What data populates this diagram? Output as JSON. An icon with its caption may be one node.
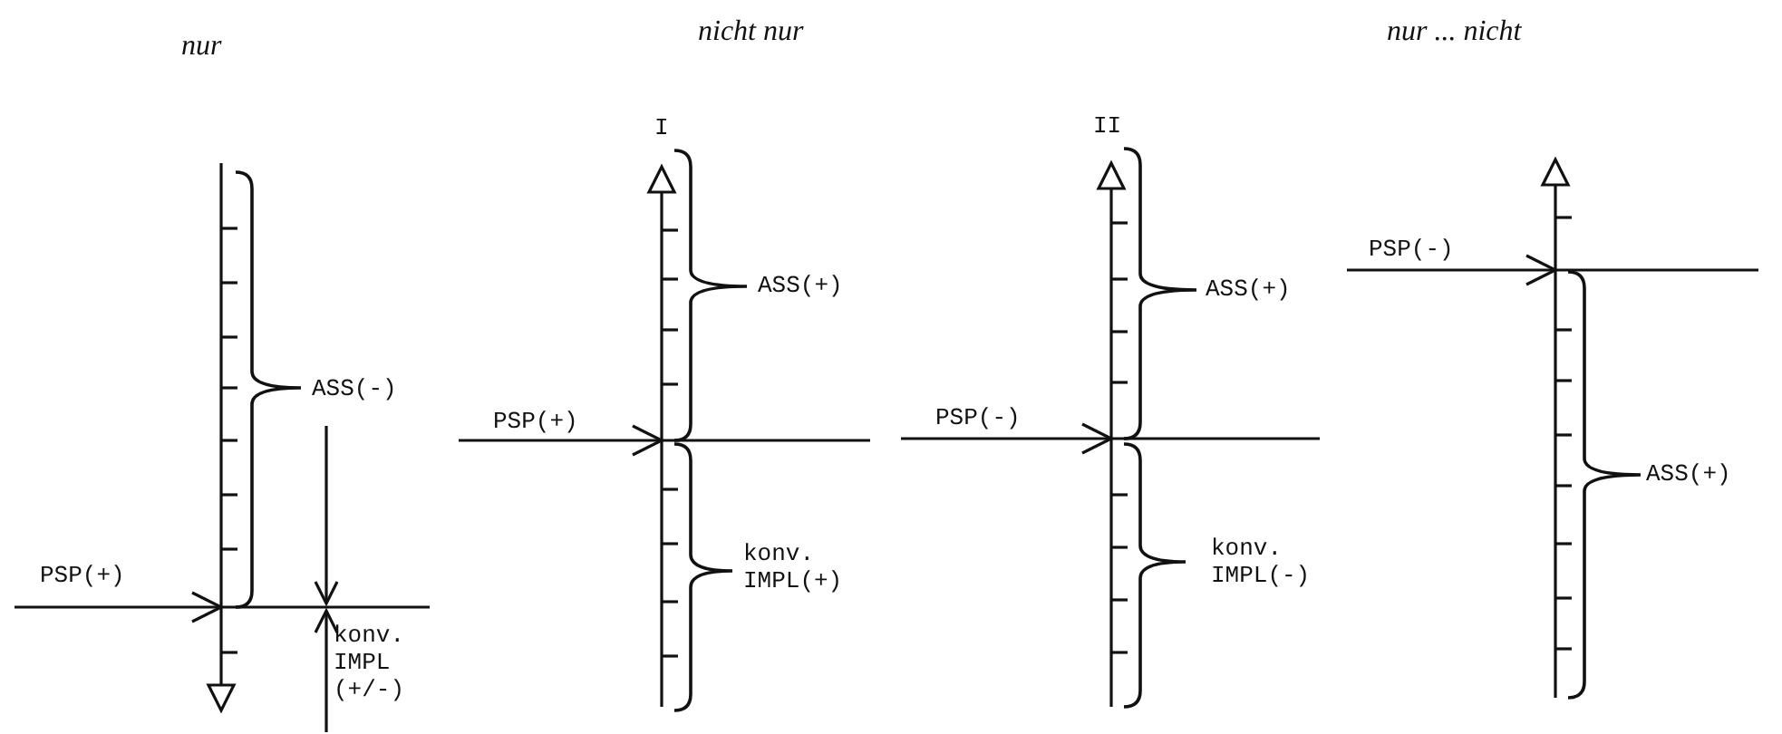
{
  "diagram": {
    "labels": [
      "nur",
      "nicht nur",
      "nur ... nicht",
      "ASS(-)",
      "PSP(+)",
      "konv. IMPL (+/-)",
      "I",
      "ASS(+)",
      "PSP(+)",
      "konv. IMPL(+)",
      "II",
      "ASS(+)",
      "PSP(-)",
      "konv. IMPL(-)",
      "PSP(-)",
      "ASS(+)"
    ]
  }
}
